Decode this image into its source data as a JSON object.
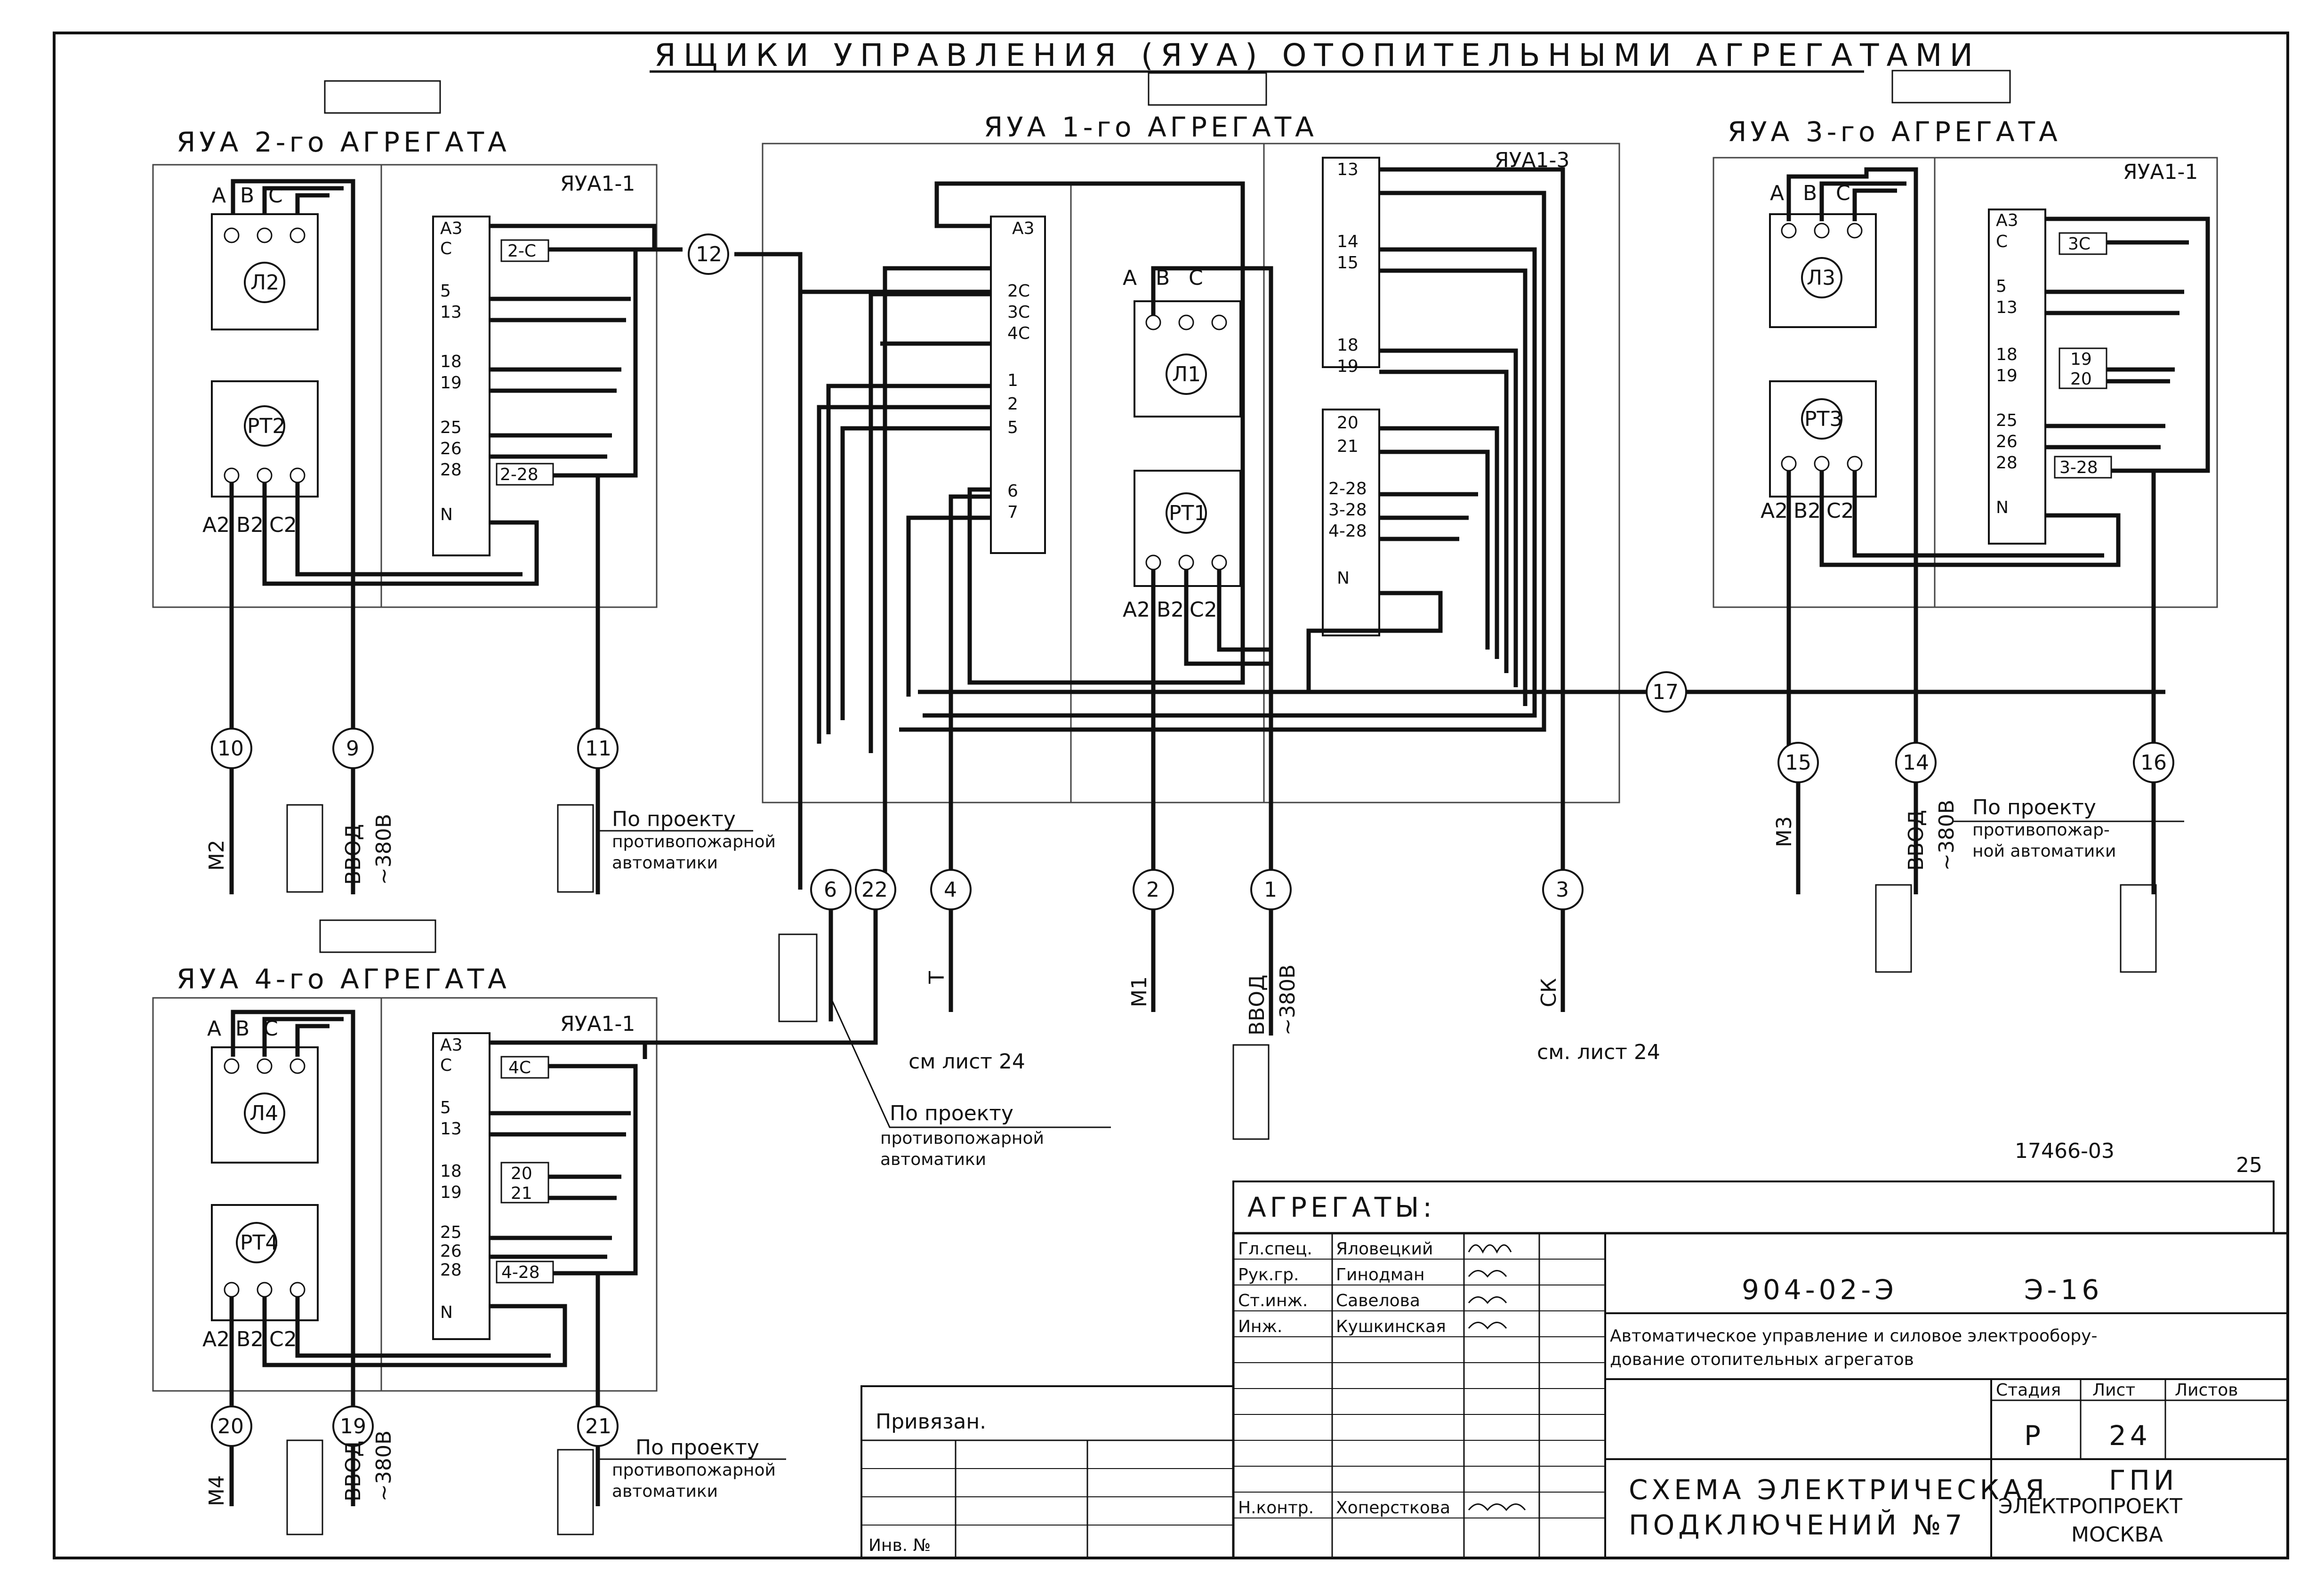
{
  "title": "ЯЩИКИ УПРАВЛЕНИЯ (ЯУА) ОТОПИТЕЛЬНЫМИ АГРЕГАТАМИ",
  "boxes": {
    "b2": {
      "title": "ЯУА 2-го АГРЕГАТА",
      "cab": "ЯУА1-1",
      "motor": "Л2",
      "relay": "РТ2",
      "abc": [
        "А",
        "В",
        "С"
      ],
      "out": [
        "А2",
        "В2",
        "С2"
      ],
      "terms": [
        "А3",
        "С",
        "5",
        "13",
        "18",
        "19",
        "25",
        "26",
        "28",
        "N"
      ],
      "jumpers": [
        "2-С",
        "2-28"
      ]
    },
    "b1": {
      "title": "ЯУА 1-го АГРЕГАТА",
      "cab": "ЯУА1-3",
      "motor": "Л1",
      "relay": "РТ1",
      "abc": [
        "А",
        "В",
        "С"
      ],
      "out": [
        "А2",
        "В2",
        "С2"
      ],
      "termsLeft": [
        "А3",
        "2С",
        "3С",
        "4С",
        "1",
        "2",
        "5",
        "6",
        "7"
      ],
      "termsRight": [
        "13",
        "14",
        "15",
        "18",
        "19",
        "20",
        "21",
        "2-28",
        "3-28",
        "4-28",
        "N"
      ]
    },
    "b3": {
      "title": "ЯУА 3-го АГРЕГАТА",
      "cab": "ЯУА1-1",
      "motor": "Л3",
      "relay": "РТ3",
      "abc": [
        "А",
        "В",
        "С"
      ],
      "out": [
        "А2",
        "В2",
        "С2"
      ],
      "terms": [
        "А3",
        "С",
        "5",
        "13",
        "18",
        "19",
        "25",
        "26",
        "28",
        "N"
      ],
      "jumpers": [
        "3С",
        "19",
        "20",
        "3-28"
      ]
    },
    "b4": {
      "title": "ЯУА 4-го АГРЕГАТА",
      "cab": "ЯУА1-1",
      "motor": "Л4",
      "relay": "РТ4",
      "abc": [
        "А",
        "В",
        "С"
      ],
      "out": [
        "А2",
        "В2",
        "С2"
      ],
      "terms": [
        "А3",
        "С",
        "5",
        "13",
        "18",
        "19",
        "25",
        "26",
        "28",
        "N"
      ],
      "jumpers": [
        "4С",
        "20",
        "21",
        "4-28"
      ]
    }
  },
  "cables": [
    "10",
    "9",
    "11",
    "12",
    "6",
    "22",
    "4",
    "2",
    "1",
    "3",
    "17",
    "15",
    "14",
    "16",
    "20",
    "19",
    "21"
  ],
  "cableLabels": {
    "m2": "М2",
    "vvod": "ВВОД",
    "v380": "~380В",
    "m1": "М1",
    "m3": "М3",
    "m4": "М4",
    "t": "Т",
    "ck": "СК",
    "pp1": "По проекту",
    "pp2": "противопожарной",
    "pp3": "автоматики",
    "pp3b": "противопожар-",
    "pp3c": "ной автоматики",
    "list24a": "см лист 24",
    "list24b": "см. лист 24"
  },
  "stamp": {
    "docnum": "17466-03",
    "sheetno": "25",
    "agg": "АГРЕГАТЫ:",
    "code": "904-02-Э",
    "sheet": "Э-16",
    "desc1": "Автоматическое управление и силовое электрообору-",
    "desc2": "дование отопительных агрегатов",
    "stage_h": "Стадия",
    "list_h": "Лист",
    "lists_h": "Листов",
    "stage": "Р",
    "list": "24",
    "schema1": "СХЕМА ЭЛЕКТРИЧЕСКАЯ",
    "schema2": "ПОДКЛЮЧЕНИЙ №7",
    "org1": "ГПИ",
    "org2": "ЭЛЕКТРОПРОЕКТ",
    "org3": "МОСКВА",
    "privyazan": "Привязан.",
    "inv": "Инв. №",
    "roles": [
      "Гл.спец.",
      "Рук.гр.",
      "Ст.инж.",
      "Инж."
    ],
    "names": [
      "Яловецкий",
      "Гинодман",
      "Савелова",
      "Кушкинская"
    ],
    "nkontr": "Н.контр.",
    "nkontr_name": "Хоперсткова"
  }
}
